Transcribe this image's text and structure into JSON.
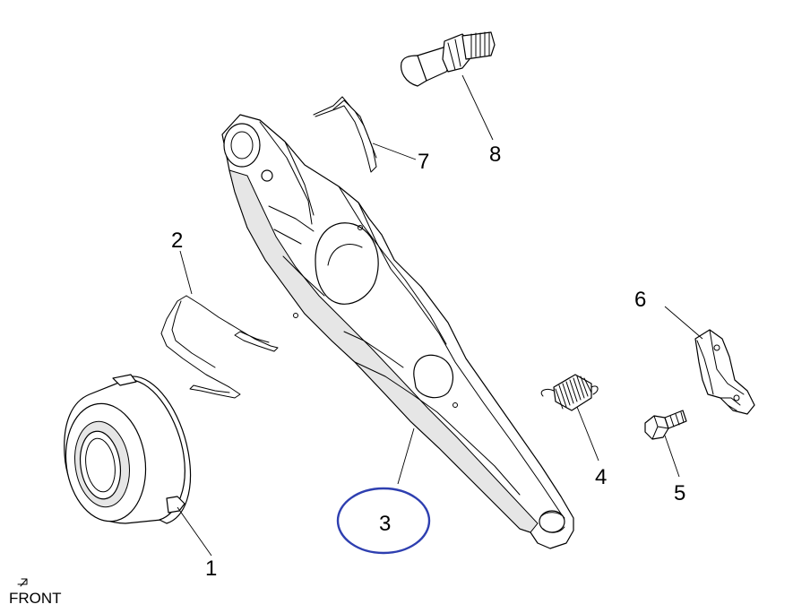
{
  "callouts": [
    {
      "id": "part-1",
      "label": "1"
    },
    {
      "id": "part-2",
      "label": "2"
    },
    {
      "id": "part-3",
      "label": "3"
    },
    {
      "id": "part-4",
      "label": "4"
    },
    {
      "id": "part-5",
      "label": "5"
    },
    {
      "id": "part-6",
      "label": "6"
    },
    {
      "id": "part-7",
      "label": "7"
    },
    {
      "id": "part-8",
      "label": "8"
    }
  ],
  "front_label": "FRONT",
  "highlight": {
    "target": "3",
    "color": "#2e3fb0"
  }
}
